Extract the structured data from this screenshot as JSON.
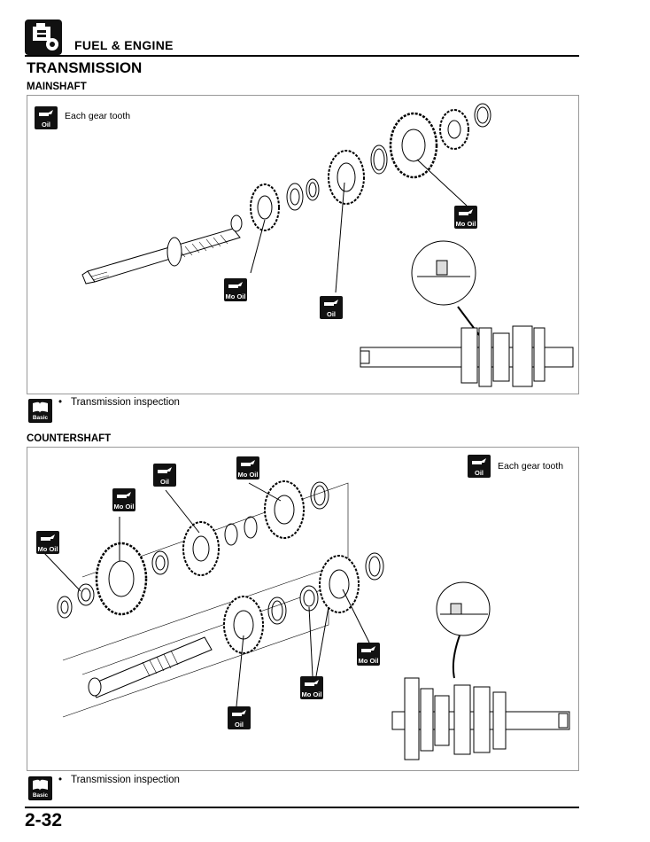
{
  "header": {
    "title": "FUEL & ENGINE",
    "logo_icon": "engine-icon"
  },
  "section": {
    "title": "TRANSMISSION"
  },
  "mainshaft": {
    "title": "MAINSHAFT",
    "note": "Each gear tooth",
    "callouts": [
      "Oil",
      "Mo Oil",
      "Mo Oil",
      "Oil"
    ],
    "reference": "Transmission inspection"
  },
  "countershaft": {
    "title": "COUNTERSHAFT",
    "note": "Each gear tooth",
    "callouts": [
      "Mo Oil",
      "Mo Oil",
      "Oil",
      "Mo Oil",
      "Mo Oil",
      "Mo Oil",
      "Oil",
      "Oil"
    ],
    "reference": "Transmission inspection"
  },
  "basic_label": "Basic",
  "bullet": "•",
  "page_number": "2-32"
}
